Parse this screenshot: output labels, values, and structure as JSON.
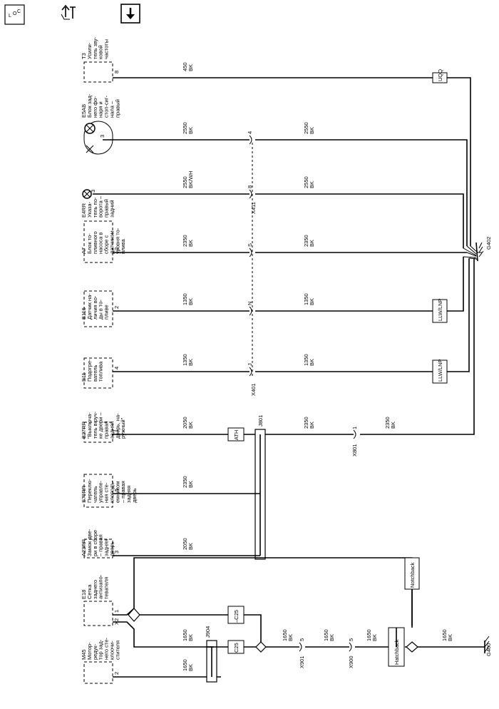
{
  "toolbar": {
    "icons": [
      "connector-locator-icon",
      "wiring-repair-icon",
      "download-icon"
    ],
    "locator_label": "L O C"
  },
  "components": [
    {
      "code": "T3",
      "desc": "Усили-\nтель зву-\nковой\nчастоты",
      "pin": "8"
    },
    {
      "code": "E5AB",
      "desc": "Блок зад-\nнего фо-\nнаря и\nстоп-сиг-\nнала –\nправый",
      "pin": "3"
    },
    {
      "code": "E4RR",
      "desc": "Указа-\nтель по-\nворота –\nправый\nзадний",
      "pin": "3"
    },
    {
      "code": "A7",
      "desc": "Блок то-\nпливного\nнасоса в\nсборе с\nдатчиком\nуровня то-\nплива",
      "pin": "2"
    },
    {
      "code": "B116",
      "desc": "Датчик на-\nличия во-\nды в то-\nпливе",
      "pin": "2"
    },
    {
      "code": "E11",
      "desc": "Подогре-\nватель\nтоплива",
      "pin": "4"
    },
    {
      "code": "B27RR",
      "desc": "\"Выключа-\nтель в руч-\nке двери –\nправая\nзадняя\nдверь, на-\nружный\"",
      "pin": "1"
    },
    {
      "code": "S79RR",
      "desc": "Переклю-\nчатель\nуправле-\nния сте-\nклоподъ-\nемником\n– правая\nзадняя\nдверь",
      "pin": "5"
    },
    {
      "code": "A23RR",
      "desc": "Замок две-\nри в сборе\n– правая\nзадняя\nдверь",
      "pin": "3"
    },
    {
      "code": "E18",
      "desc": "Сетка\nзаднего\nантизапо-\nтевателя",
      "pin": "1",
      "pin2": "X2"
    },
    {
      "code": "M45",
      "desc": "Мотор-\nредук-\nтор зад-\nнего сте-\nклоочи-\nстителя",
      "pin": "2"
    }
  ],
  "wires": {
    "w_t3": "450\nBK",
    "w_e5ab_l": "2550\nBK",
    "w_e5ab_r": "2550\nBK",
    "w_e4rr_l": "2550\nBK/WH",
    "w_e4rr_r": "2550\nBK",
    "w_a7_l": "2350\nBK",
    "w_a7_r": "2350\nBK",
    "w_b116_l": "1350\nBK",
    "w_b116_r": "1350\nBK",
    "w_e11_l": "1350\nBK",
    "w_e11_r": "1350\nBK",
    "w_b27_l": "2050\nBK",
    "w_b27_m": "2350\nBK",
    "w_b27_r": "2350\nBK",
    "w_s79": "2350\nBK",
    "w_a23": "2050\nBK",
    "w_m45_top": "1650\nBK",
    "w_m45_bot": "1650\nBK",
    "w_g1": "1650\nBK",
    "w_g2": "1650\nBK",
    "w_g3": "1650\nBK",
    "w_g4": "1650\nBK"
  },
  "connectors": {
    "x411_pins": [
      "4",
      "8"
    ],
    "x411_name": "X411",
    "x401_pins": [
      "S",
      "N",
      "J"
    ],
    "x401_name": "X401",
    "x801_pin": "1",
    "x801_name": "X801",
    "x901_pin": "5",
    "x901_name": "X901",
    "x900_pin": "5",
    "x900_name": "X900"
  },
  "splices": {
    "j801": "J801",
    "j904": "J904"
  },
  "options": {
    "uqq": "UQQ",
    "llw1": "LLW/LNP",
    "llw2": "LLW/LNP",
    "ath": "ATH",
    "c25_neg": "–C25",
    "c25": "C25",
    "notchback": "Notchback",
    "hatchback": "Hatchback"
  },
  "grounds": {
    "g402": "G402",
    "g400": "G400"
  }
}
